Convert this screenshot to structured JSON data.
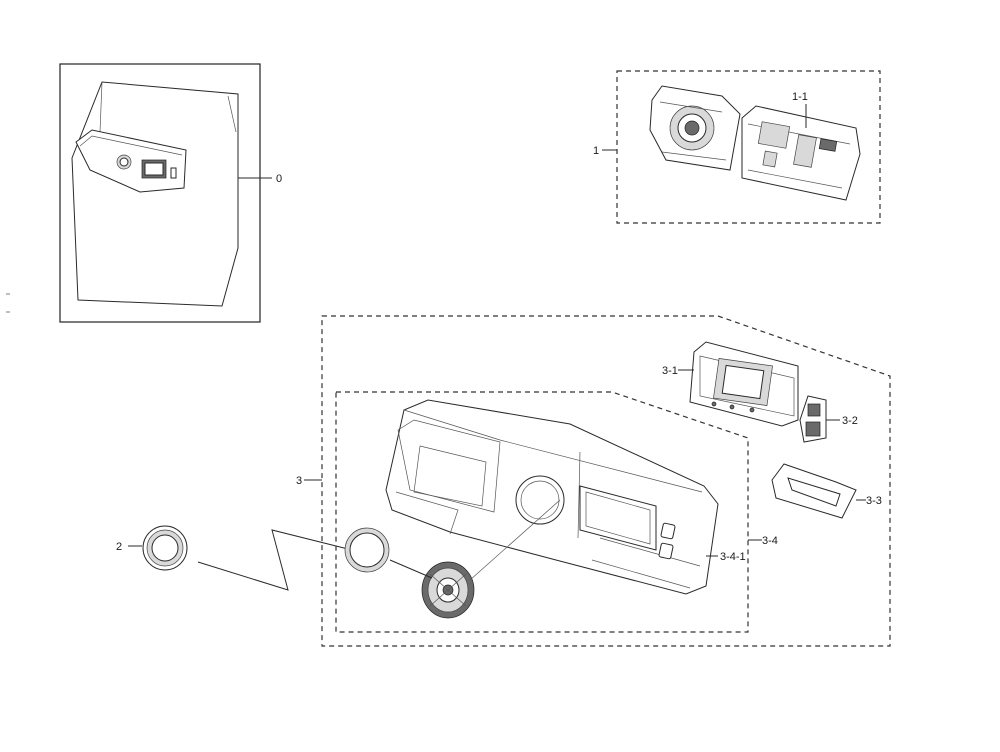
{
  "callouts": {
    "c0": "0",
    "c1": "1",
    "c1_1": "1-1",
    "c2": "2",
    "c3": "3",
    "c3_1": "3-1",
    "c3_2": "3-2",
    "c3_3": "3-3",
    "c3_4": "3-4",
    "c3_4_1": "3-4-1"
  }
}
